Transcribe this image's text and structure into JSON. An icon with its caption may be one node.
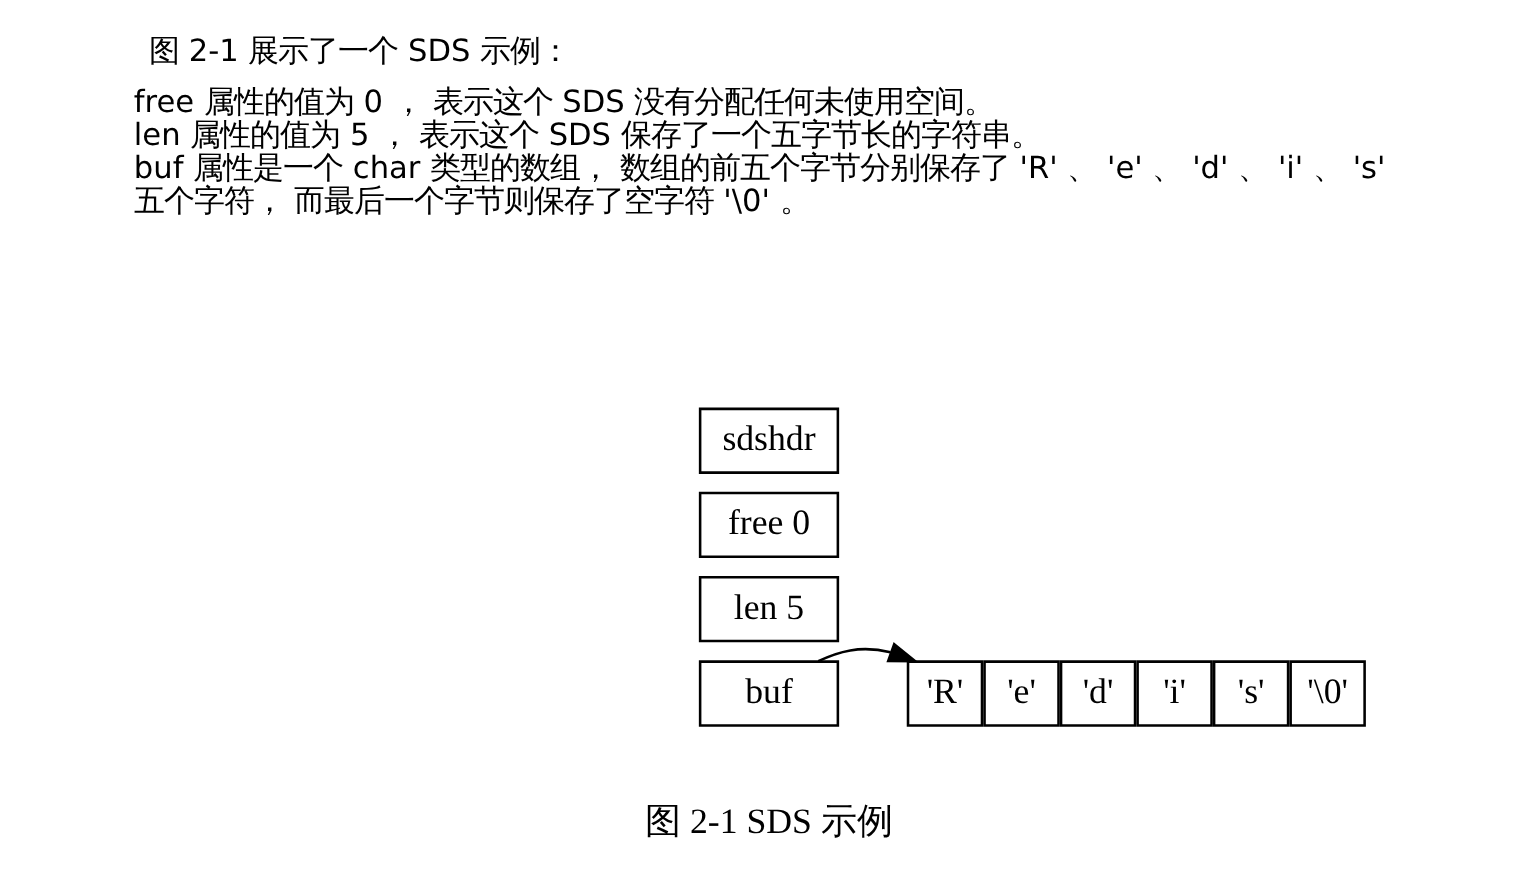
{
  "diagram": {
    "title": "图 2-1 展示了一个 SDS 示例：",
    "caption": "图 2-1 SDS 示例",
    "nodes": [
      {
        "text": [
          "sdshdr"
        ]
      },
      {
        "text": [
          "free 0"
        ]
      },
      {
        "text": [
          "len 5"
        ]
      },
      {
        "text": [
          "buf"
        ]
      },
      {
        "text": [
          "'R'"
        ]
      },
      {
        "text": [
          "'e'"
        ]
      },
      {
        "text": [
          "'d'"
        ]
      },
      {
        "text": [
          "'i'"
        ]
      },
      {
        "text": [
          "'s'"
        ]
      },
      {
        "text": [
          "'\\0'"
        ]
      }
    ],
    "edges": [
      {
        "from": 3,
        "to": 4,
        "arrow": "to"
      }
    ],
    "labels": [
      "free 属性的值为 0 ， 表示这个 SDS 没有分配任何未使用空间。",
      "len 属性的值为 5 ， 表示这个 SDS 保存了一个五字节长的字符串。",
      "buf 属性是一个 char 类型的数组， 数组的前五个字节分别保存了 'R' 、 'e' 、 'd' 、 'i' 、 's' 五个字符， 而最后一个字节则保存了空字符 '\\0' 。"
    ]
  }
}
